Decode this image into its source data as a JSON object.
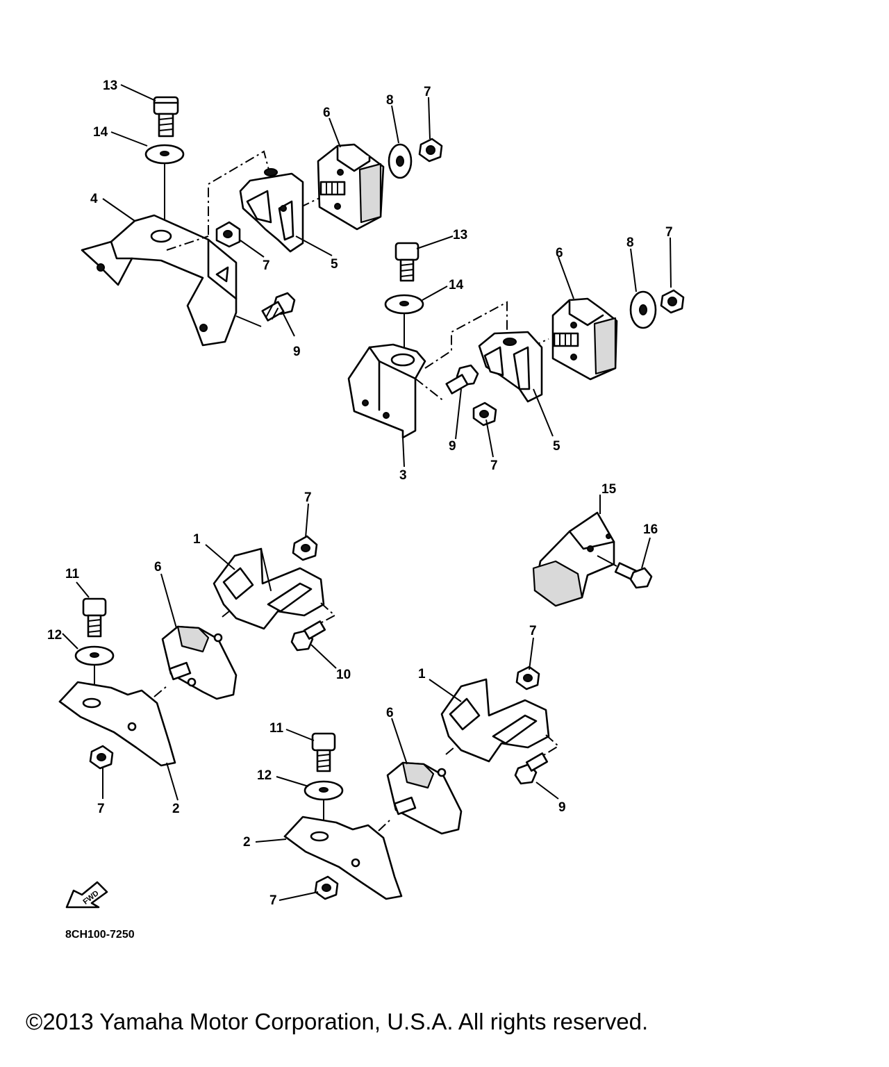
{
  "diagram_code": "8CH100-7250",
  "fwd_label": "FWD",
  "copyright": "©2013 Yamaha Motor Corporation, U.S.A. All rights reserved.",
  "callouts": {
    "c13a": "13",
    "c14a": "14",
    "c4": "4",
    "c6a": "6",
    "c8a": "8",
    "c7a": "7",
    "c7b": "7",
    "c5a": "5",
    "c9a": "9",
    "c13b": "13",
    "c14b": "14",
    "c6b": "6",
    "c8b": "8",
    "c7c": "7",
    "c9b": "9",
    "c7d": "7",
    "c5b": "5",
    "c3": "3",
    "c15": "15",
    "c16": "16",
    "c7e": "7",
    "c1a": "1",
    "c6c": "6",
    "c11a": "11",
    "c12a": "12",
    "c10": "10",
    "c7f": "7",
    "c2a": "2",
    "c7g": "7",
    "c1b": "1",
    "c6d": "6",
    "c11b": "11",
    "c12b": "12",
    "c9c": "9",
    "c2b": "2",
    "c7h": "7"
  }
}
